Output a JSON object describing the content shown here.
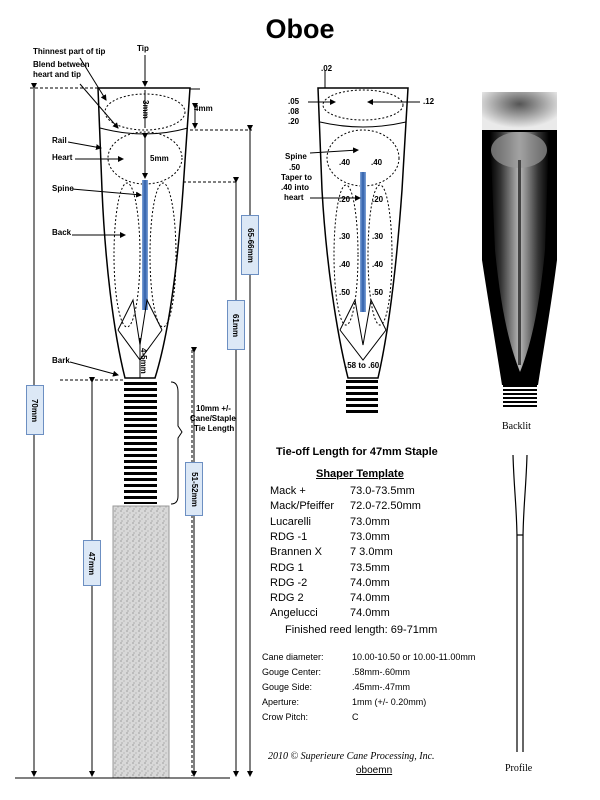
{
  "title": "Oboe",
  "left": {
    "thinnest": "Thinnest part of tip",
    "blend1": "Blend between",
    "blend2": "heart and tip",
    "tip": "Tip",
    "rail": "Rail",
    "heart": "Heart",
    "spine": "Spine",
    "back": "Back",
    "bark": "Bark",
    "d3mm": "3mm",
    "d4mm": "4mm",
    "d5mm": "5mm",
    "d45mm": "4-5mm",
    "d6566": "65-66mm",
    "d61": "61mm",
    "d70": "70mm",
    "d5152": "51-52mm",
    "d47": "47mm",
    "tie1": "10mm +/-",
    "tie2": "Cane/Staple",
    "tie3": "Tie Length"
  },
  "mid": {
    "t02": ".02",
    "t05": ".05",
    "t08": ".08",
    "t20": ".20",
    "t12": ".12",
    "spine": "Spine",
    "s50": ".50",
    "taper1": "Taper to",
    "taper2": ".40 into",
    "taper3": "heart",
    "h40a": ".40",
    "h40b": ".40",
    "r20a": ".20",
    "r20b": ".20",
    "r30a": ".30",
    "r30b": ".30",
    "r40a": ".40",
    "r40b": ".40",
    "r50a": ".50",
    "r50b": ".50",
    "bottom": ".58 to .60"
  },
  "captions": {
    "backlit": "Backlit",
    "profile": "Profile"
  },
  "table": {
    "title": "Tie-off Length for 47mm Staple",
    "subtitle": "Shaper Template",
    "rows": [
      {
        "name": "Mack +",
        "value": "73.0-73.5mm"
      },
      {
        "name": "Mack/Pfeiffer",
        "value": "72.0-72.50mm"
      },
      {
        "name": "Lucarelli",
        "value": "73.0mm"
      },
      {
        "name": "RDG -1",
        "value": "73.0mm"
      },
      {
        "name": "Brannen X",
        "value": "7 3.0mm"
      },
      {
        "name": "RDG 1",
        "value": "73.5mm"
      },
      {
        "name": "RDG -2",
        "value": "74.0mm"
      },
      {
        "name": "RDG 2",
        "value": "74.0mm"
      },
      {
        "name": "Angelucci",
        "value": "74.0mm"
      }
    ],
    "finished": "Finished reed length: 69-71mm"
  },
  "specs": [
    {
      "name": "Cane diameter:",
      "value": "10.00-10.50 or 10.00-11.00mm"
    },
    {
      "name": "Gouge Center:",
      "value": ".58mm-.60mm"
    },
    {
      "name": "Gouge Side:",
      "value": ".45mm-.47mm"
    },
    {
      "name": "Aperture:",
      "value": "1mm (+/- 0.20mm)"
    },
    {
      "name": "Crow Pitch:",
      "value": "C"
    }
  ],
  "footer": {
    "copyright": "2010 © Superieure Cane Processing, Inc.",
    "link": "oboemn"
  }
}
